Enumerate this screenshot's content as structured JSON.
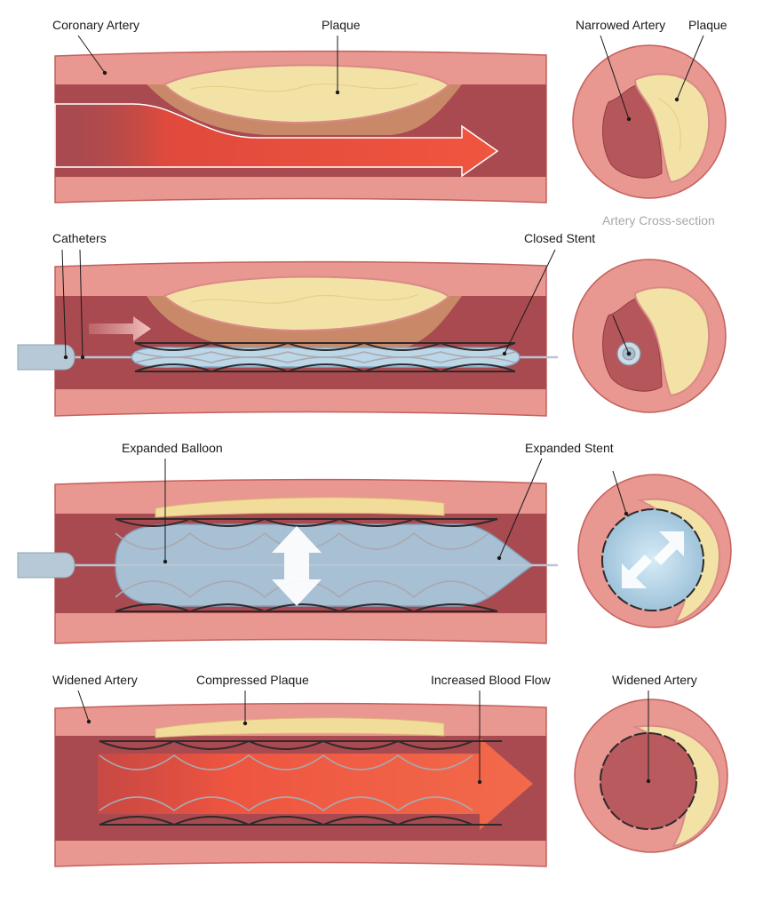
{
  "figure": {
    "panel1": {
      "labels": {
        "coronary_artery": "Coronary Artery",
        "plaque": "Plaque",
        "narrowed_artery": "Narrowed Artery",
        "plaque_xs": "Plaque",
        "cross_section": "Artery Cross-section"
      }
    },
    "panel2": {
      "labels": {
        "catheters": "Catheters",
        "closed_stent": "Closed Stent"
      }
    },
    "panel3": {
      "labels": {
        "expanded_balloon": "Expanded Balloon",
        "expanded_stent": "Expanded Stent"
      }
    },
    "panel4": {
      "labels": {
        "widened_artery": "Widened Artery",
        "compressed_plaque": "Compressed Plaque",
        "increased_blood_flow": "Increased Blood Flow",
        "widened_artery_xs": "Widened Artery"
      }
    }
  },
  "colors": {
    "artery_wall": "#e89791",
    "lumen": "#a84a4f",
    "plaque": "#f3e2a6",
    "blood_flow": "#e8483a",
    "balloon": "#a9cbe0",
    "stent": "#2e2a2a"
  }
}
